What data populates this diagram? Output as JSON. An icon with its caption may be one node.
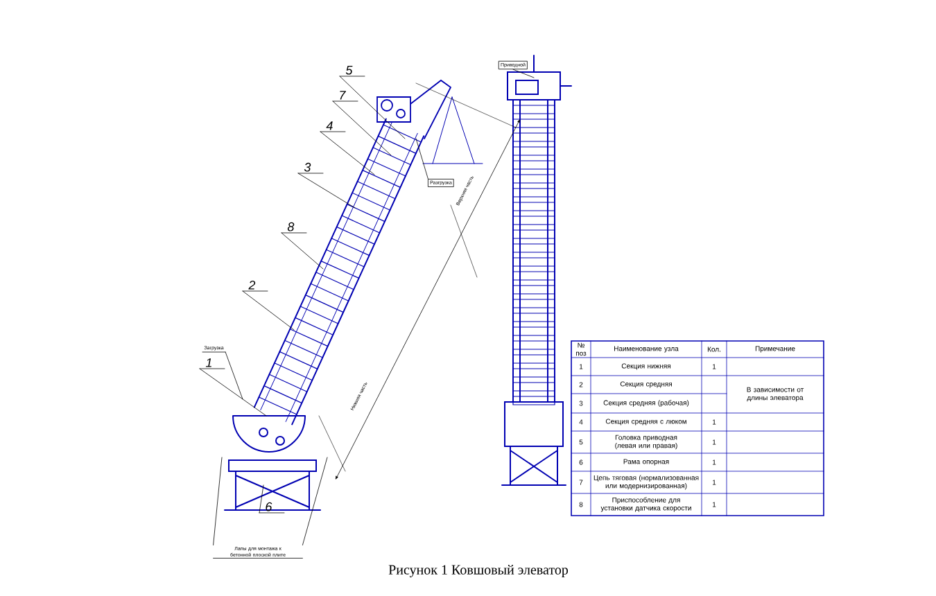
{
  "diagram": {
    "caption": "Рисунок 1  Ковшовый элеватор",
    "nodes": [
      {
        "text": [
          "5"
        ]
      },
      {
        "text": [
          "7"
        ]
      },
      {
        "text": [
          "4"
        ]
      },
      {
        "text": [
          "3"
        ]
      },
      {
        "text": [
          "8"
        ]
      },
      {
        "text": [
          "2"
        ]
      },
      {
        "text": [
          "Загрузка"
        ]
      },
      {
        "text": [
          "1"
        ]
      },
      {
        "text": [
          "6"
        ]
      },
      {
        "text": [
          "Приводной"
        ]
      },
      {
        "text": [
          "Разгрузка"
        ]
      },
      {
        "text": [
          "Лапы для монтажа к бетонной плоской плите"
        ]
      }
    ],
    "edges": [
      {
        "from": 0,
        "to": null,
        "arrow": "none"
      },
      {
        "from": 1,
        "to": null,
        "arrow": "none"
      },
      {
        "from": 2,
        "to": null,
        "arrow": "none"
      },
      {
        "from": 3,
        "to": null,
        "arrow": "none"
      },
      {
        "from": 4,
        "to": null,
        "arrow": "none"
      },
      {
        "from": 5,
        "to": null,
        "arrow": "none"
      },
      {
        "from": 6,
        "to": null,
        "arrow": "none"
      },
      {
        "from": 7,
        "to": null,
        "arrow": "none"
      },
      {
        "from": 8,
        "to": null,
        "arrow": "none"
      },
      {
        "from": 9,
        "to": null,
        "arrow": "none"
      },
      {
        "from": 10,
        "to": null,
        "arrow": "none"
      },
      {
        "from": 11,
        "to": null,
        "arrow": "none"
      },
      {
        "from": 11,
        "to": null,
        "arrow": "none"
      }
    ],
    "labels": [
      "Нижняя часть",
      "Верхняя часть",
      "№ поз",
      "Наименование узла",
      "Кол.",
      "Примечание",
      "1",
      "Секция нижняя",
      "1",
      "2",
      "Секция средняя",
      "В зависимости от длины элеватора",
      "3",
      "Секция средняя (рабочая)",
      "4",
      "Секция средняя с люком",
      "1",
      "5",
      "Головка приводная (левая или правая)",
      "1",
      "6",
      "Рама опорная",
      "1",
      "7",
      "Цепь тяговая (нормализованная или модернизированная)",
      "1",
      "8",
      "Приспособление для установки датчика скорости",
      "1"
    ]
  }
}
